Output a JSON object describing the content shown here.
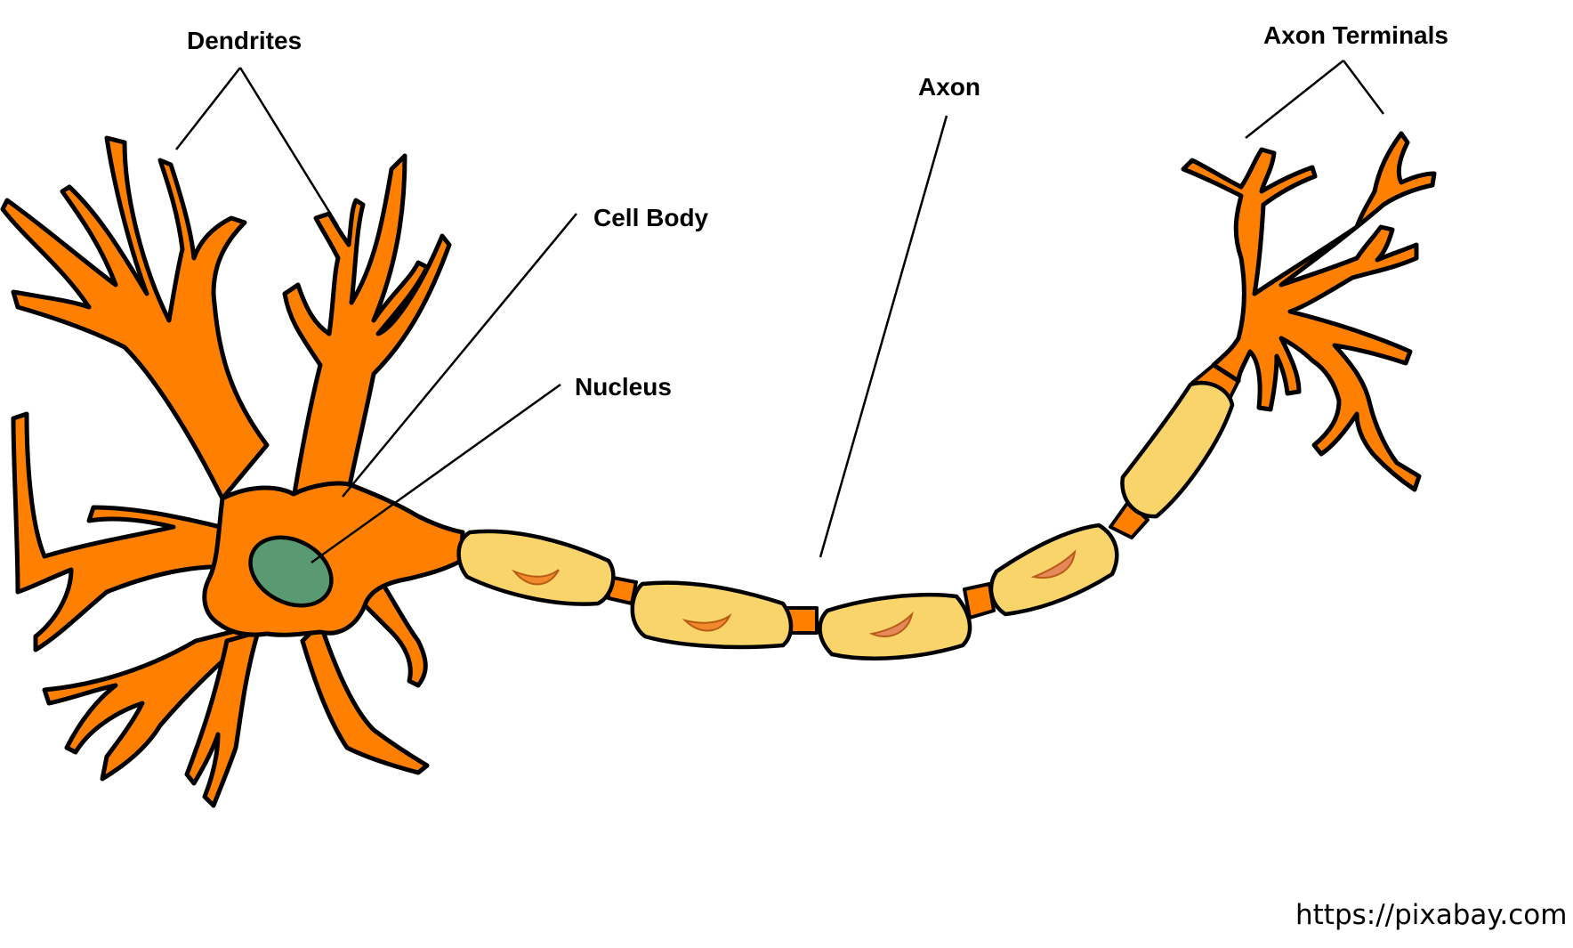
{
  "labels": {
    "dendrites": "Dendrites",
    "axon_terminals": "Axon Terminals",
    "axon": "Axon",
    "cell_body": "Cell Body",
    "nucleus": "Nucleus"
  },
  "credit": "https://pixabay.com",
  "colors": {
    "cell": "#ff8000",
    "myelin_sheath": "#f9d46b",
    "nucleus": "#5a9a72",
    "schwann_nucleus": "#f08a2a",
    "outline": "#000000"
  }
}
